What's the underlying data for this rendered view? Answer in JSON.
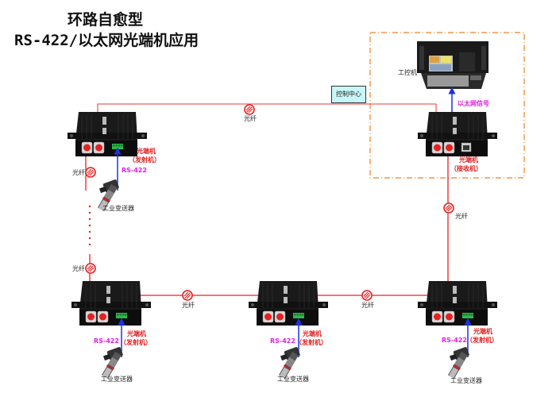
{
  "title": {
    "line1": "环路自愈型",
    "line2": "RS-422/以太网光端机应用"
  },
  "control_center": {
    "label": "控制中心",
    "industrial_pc_label": "工控机",
    "ethernet_signal_label": "以太网信号"
  },
  "fiber_label": "光纤",
  "receiver": {
    "name": "光端机",
    "role": "（接收机）"
  },
  "transmitters": [
    {
      "name": "光端机",
      "role": "（发射机）",
      "interface": "RS-422",
      "sensor": "工业变送器"
    },
    {
      "name": "光端机",
      "role": "（发射机）",
      "interface": "RS-422",
      "sensor": "工业变送器"
    },
    {
      "name": "光端机",
      "role": "（发射机）",
      "interface": "RS-422",
      "sensor": "工业变送器"
    },
    {
      "name": "光端机",
      "role": "（发射机）",
      "interface": "RS-422",
      "sensor": "工业变送器"
    }
  ],
  "colors": {
    "fiber": "#e82020",
    "ethernet": "#2030e0",
    "rs422_label": "#e020e0",
    "control_box": "#c8f7f7",
    "boundary": "#f08020"
  }
}
